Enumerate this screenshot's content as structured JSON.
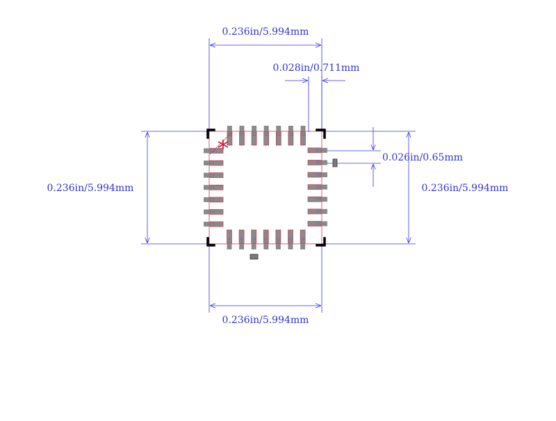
{
  "dimensions": {
    "top_width": "0.236in/5.994mm",
    "pad_width": "0.028in/0.711mm",
    "pitch": "0.026in/0.65mm",
    "left_height": "0.236in/5.994mm",
    "right_height": "0.236in/5.994mm",
    "bottom_width": "0.236in/5.994mm"
  },
  "pins": {
    "left": [
      "1",
      "2",
      "3",
      "4",
      "5",
      "6",
      "7"
    ],
    "bottom": [
      "8",
      "9",
      "10",
      "11",
      "12",
      "13",
      "14"
    ],
    "right": [
      "15",
      "16",
      "17",
      "18",
      "19",
      "20",
      "21"
    ],
    "top": [
      "22",
      "23",
      "24",
      "25",
      "26",
      "27",
      "28"
    ]
  },
  "colors": {
    "dimension": "#3333ee",
    "pad_fill": "#8a8a8a",
    "pad_outline": "#cc3355",
    "corner_mark": "#000000",
    "pin1_marker": "#cc2244"
  },
  "icons": {
    "pin1": "asterisk-icon"
  }
}
